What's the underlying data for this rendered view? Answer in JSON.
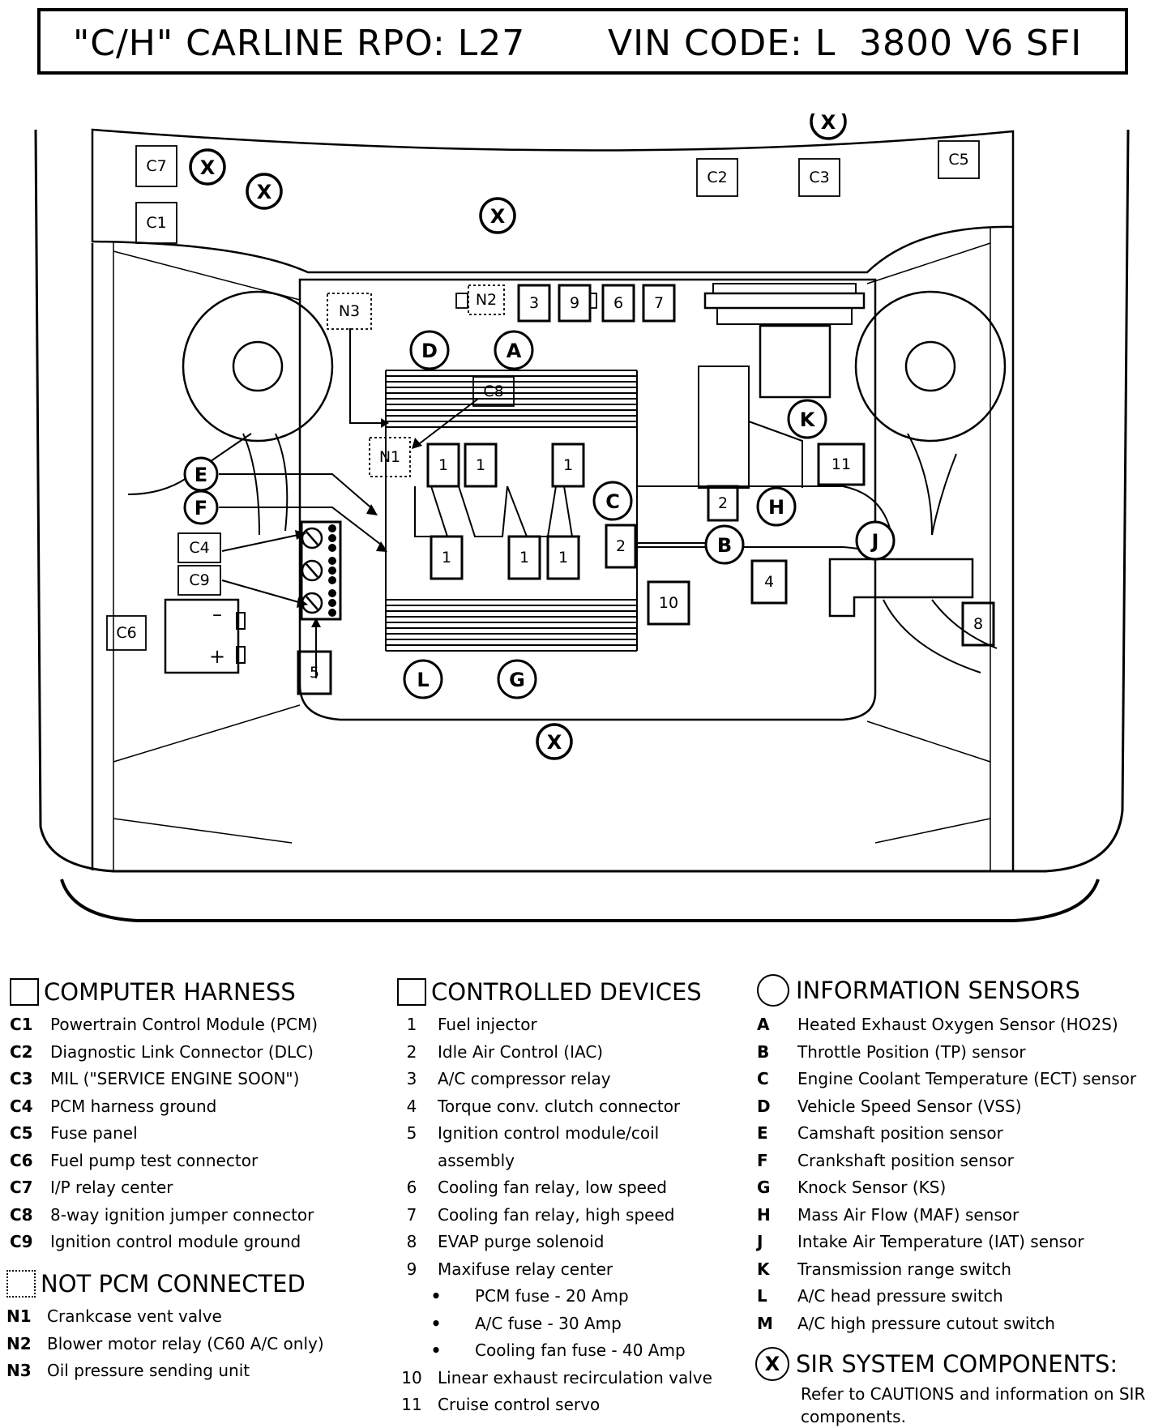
{
  "header": {
    "carline": "\"C/H\" CARLINE",
    "rpo": "RPO: L27",
    "vin_code": "VIN CODE: L",
    "engine": "3800 V6 SFI"
  },
  "diagram": {
    "box_labels": {
      "c1": "C1",
      "c2": "C2",
      "c3": "C3",
      "c4": "C4",
      "c5": "C5",
      "c6": "C6",
      "c7": "C7",
      "c8": "C8",
      "c9": "C9",
      "d1": "1",
      "d2": "2",
      "d3": "3",
      "d4": "4",
      "d5": "5",
      "d6": "6",
      "d7": "7",
      "d8": "8",
      "d9": "9",
      "d10": "10",
      "d11": "11",
      "n1": "N1",
      "n2": "N2",
      "n3": "N3"
    },
    "circle_labels": {
      "a": "A",
      "b": "B",
      "c": "C",
      "d": "D",
      "e": "E",
      "f": "F",
      "g": "G",
      "h": "H",
      "j": "J",
      "k": "K",
      "l": "L",
      "x": "X"
    },
    "battery": {
      "minus": "–",
      "plus": "+"
    }
  },
  "legend": {
    "computer_harness": {
      "title": "COMPUTER HARNESS",
      "items": [
        {
          "code": "C1",
          "text": "Powertrain Control Module (PCM)"
        },
        {
          "code": "C2",
          "text": "Diagnostic Link Connector (DLC)"
        },
        {
          "code": "C3",
          "text": "MIL (\"SERVICE ENGINE SOON\")"
        },
        {
          "code": "C4",
          "text": "PCM harness ground"
        },
        {
          "code": "C5",
          "text": "Fuse panel"
        },
        {
          "code": "C6",
          "text": "Fuel pump test connector"
        },
        {
          "code": "C7",
          "text": "I/P relay center"
        },
        {
          "code": "C8",
          "text": "8-way ignition jumper connector"
        },
        {
          "code": "C9",
          "text": "Ignition control module ground"
        }
      ]
    },
    "not_pcm": {
      "title": "NOT PCM CONNECTED",
      "items": [
        {
          "code": "N1",
          "text": "Crankcase vent valve"
        },
        {
          "code": "N2",
          "text": "Blower motor relay (C60 A/C only)"
        },
        {
          "code": "N3",
          "text": "Oil pressure sending unit"
        }
      ]
    },
    "controlled_devices": {
      "title": "CONTROLLED DEVICES",
      "items": [
        {
          "code": "1",
          "text": "Fuel injector"
        },
        {
          "code": "2",
          "text": "Idle Air Control (IAC)"
        },
        {
          "code": "3",
          "text": "A/C compressor relay"
        },
        {
          "code": "4",
          "text": "Torque conv. clutch connector"
        },
        {
          "code": "5",
          "text": "Ignition control module/coil"
        },
        {
          "code": "",
          "text": "assembly"
        },
        {
          "code": "6",
          "text": "Cooling fan relay, low speed"
        },
        {
          "code": "7",
          "text": "Cooling fan relay, high speed"
        },
        {
          "code": "8",
          "text": "EVAP purge solenoid"
        },
        {
          "code": "9",
          "text": "Maxifuse relay center"
        }
      ],
      "bullets": [
        "PCM fuse - 20 Amp",
        "A/C fuse - 30 Amp",
        "Cooling fan fuse - 40 Amp"
      ],
      "items_after": [
        {
          "code": "10",
          "text": "Linear exhaust recirculation valve"
        },
        {
          "code": "11",
          "text": "Cruise control servo"
        }
      ]
    },
    "information_sensors": {
      "title": "INFORMATION SENSORS",
      "items": [
        {
          "code": "A",
          "text": "Heated Exhaust Oxygen Sensor (HO2S)"
        },
        {
          "code": "B",
          "text": "Throttle Position (TP) sensor"
        },
        {
          "code": "C",
          "text": "Engine Coolant Temperature (ECT) sensor"
        },
        {
          "code": "D",
          "text": "Vehicle Speed Sensor (VSS)"
        },
        {
          "code": "E",
          "text": "Camshaft position sensor"
        },
        {
          "code": "F",
          "text": "Crankshaft position sensor"
        },
        {
          "code": "G",
          "text": "Knock Sensor (KS)"
        },
        {
          "code": "H",
          "text": "Mass Air Flow (MAF) sensor"
        },
        {
          "code": "J",
          "text": "Intake Air Temperature (IAT) sensor"
        },
        {
          "code": "K",
          "text": "Transmission range switch"
        },
        {
          "code": "L",
          "text": "A/C head pressure switch"
        },
        {
          "code": "M",
          "text": "A/C high pressure cutout switch"
        }
      ]
    },
    "sir": {
      "symbol": "X",
      "title": "SIR SYSTEM COMPONENTS:",
      "note": "Refer to CAUTIONS and information on SIR components."
    }
  }
}
